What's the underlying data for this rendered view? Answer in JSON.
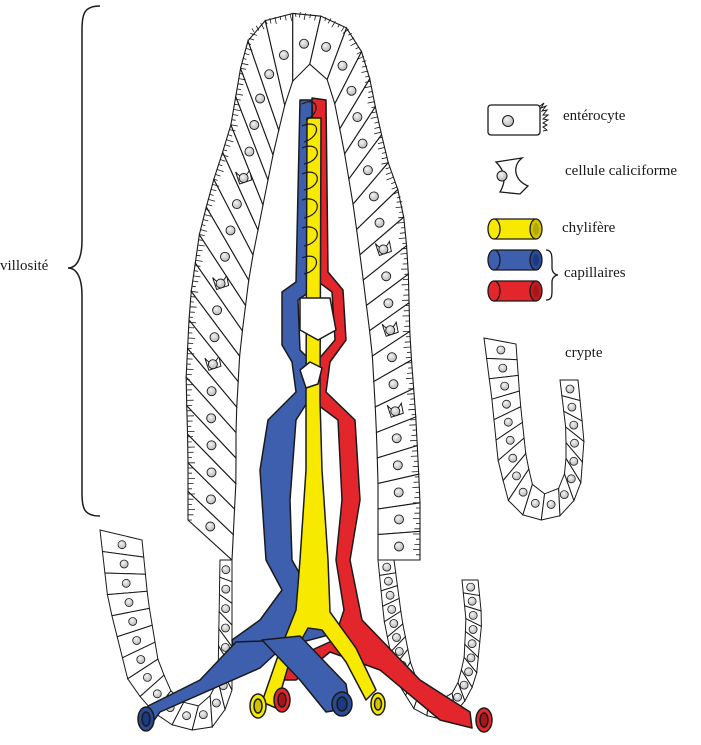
{
  "labels": {
    "villosite": "villosité",
    "enterocyte": "entérocyte",
    "caliciforme": "cellule caliciforme",
    "chylifere": "chylifère",
    "capillaires": "capillaires",
    "crypte": "crypte"
  },
  "colors": {
    "blue": "#3d5fad",
    "red": "#e3262b",
    "yellow": "#f7ea00",
    "outline": "#1a1a1a",
    "cell_fill": "#ffffff",
    "nucleus_fill": "#d9d9d9"
  },
  "icons": [
    "enterocyte-icon",
    "goblet-cell-icon",
    "lacteal-icon",
    "capillary-blue-icon",
    "capillary-red-icon",
    "crypt-icon"
  ]
}
